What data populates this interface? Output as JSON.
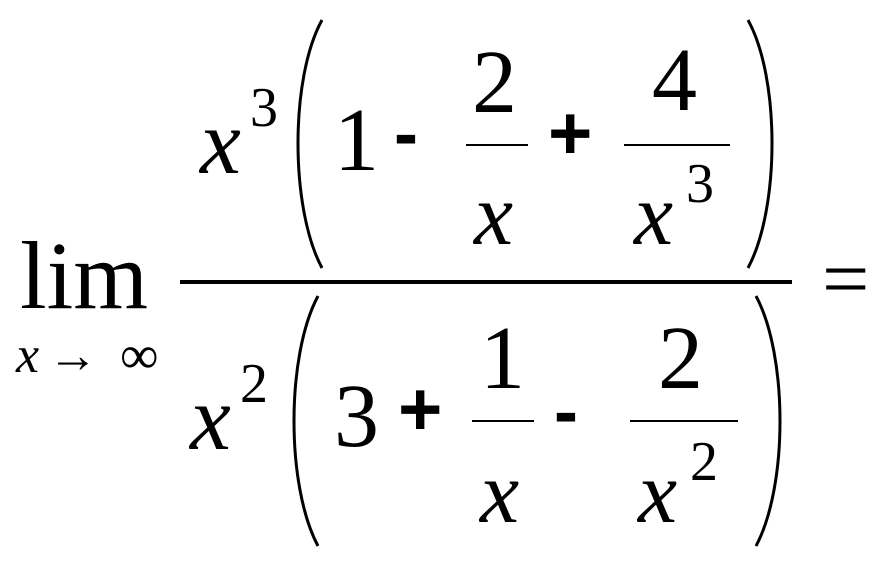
{
  "lim": {
    "word": "lim",
    "sub_var": "x",
    "sub_arrow": "→",
    "sub_target": "∞"
  },
  "numerator": {
    "var": "x",
    "exp": "3",
    "term1": "1",
    "op1": "-",
    "frac1": {
      "num": "2",
      "den_var": "x"
    },
    "op2": "+",
    "frac2": {
      "num": "4",
      "den_var": "x",
      "den_exp": "3"
    }
  },
  "denominator": {
    "var": "x",
    "exp": "2",
    "term1": "3",
    "op1": "+",
    "frac1": {
      "num": "1",
      "den_var": "x"
    },
    "op2": "-",
    "frac2": {
      "num": "2",
      "den_var": "x",
      "den_exp": "2"
    }
  },
  "equals": "="
}
